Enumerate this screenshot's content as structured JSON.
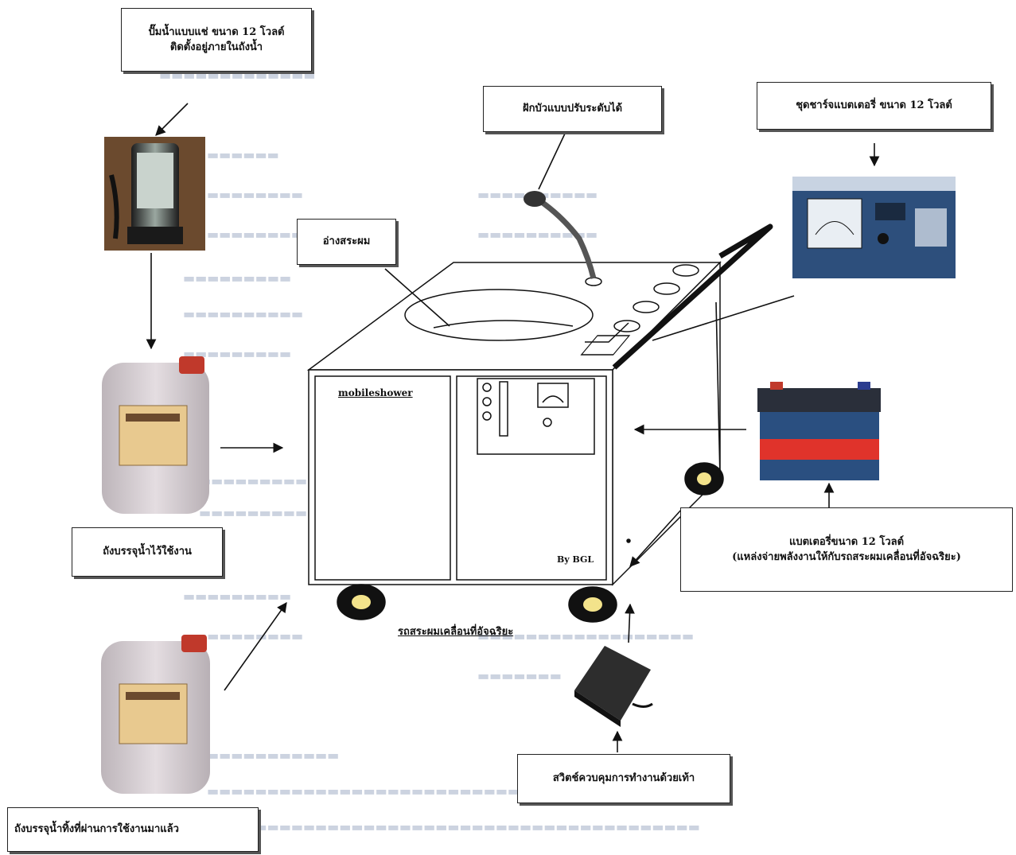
{
  "callouts": {
    "pump": {
      "line1": "ปั๊มน้ำแบบแช่ ขนาด 12 โวลต์",
      "line2": "ติดตั้งอยู่ภายในถังน้ำ"
    },
    "shower_head": "ฝักบัวแบบปรับระดับได้",
    "charger": "ชุดชาร์จแบตเตอรี่ ขนาด 12 โวลต์",
    "basin": "อ่างสระผม",
    "clean_tank": "ถังบรรจุน้ำไว้ใช้งาน",
    "battery": {
      "line1": "แบตเตอรี่ขนาด 12 โวลต์",
      "line2": "(แหล่งจ่ายพลังงานให้กับรถสระผมเคลื่อนที่อัจฉริยะ)"
    },
    "waste_tank": "ถังบรรจุน้ำทิ้งที่ผ่านการใช้งานมาแล้ว",
    "foot_switch": "สวิตช์ควบคุมการทำงานด้วยเท้า"
  },
  "cart": {
    "brand": "mobileshower",
    "maker": "By BGL",
    "caption": "รถสระผมเคลื่อนที่อัจฉริยะ"
  },
  "colors": {
    "line": "#111111",
    "tank_body": "#d9d2d6",
    "battery_red": "#e0332b",
    "battery_top": "#2a2f3a",
    "charger_body": "#2d4f7c"
  }
}
